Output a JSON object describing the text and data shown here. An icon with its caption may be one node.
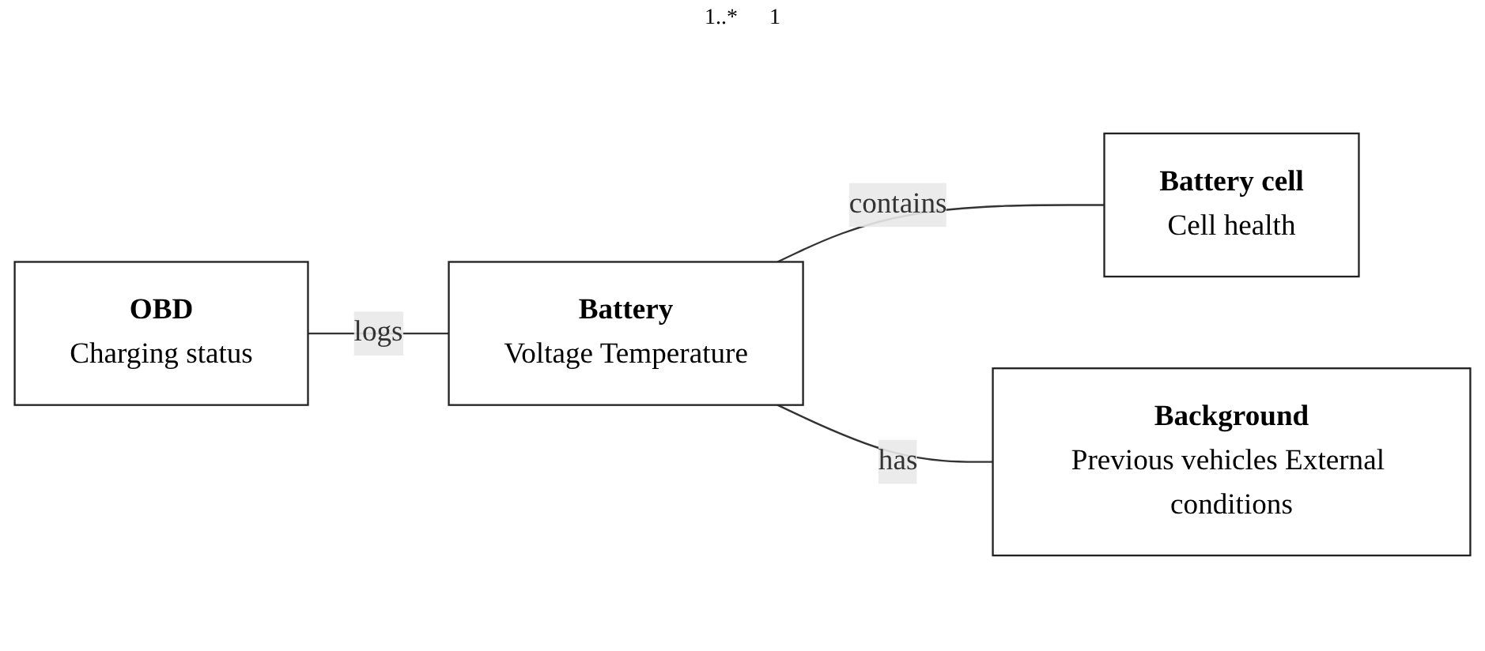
{
  "diagram": {
    "nodes": [
      {
        "text": [
          "OBD",
          "Charging status"
        ]
      },
      {
        "text": [
          "Battery",
          "Voltage Temperature"
        ]
      },
      {
        "text": [
          "Battery cell",
          "Cell health"
        ]
      },
      {
        "text": [
          "Background",
          "Previous vehicles External conditions"
        ]
      }
    ],
    "edges": [
      {
        "from": 0,
        "to": 1,
        "arrow": "none",
        "label": "logs"
      },
      {
        "from": 1,
        "to": 2,
        "arrow": "none",
        "label": "contains"
      },
      {
        "from": 1,
        "to": 3,
        "arrow": "none",
        "label": "has"
      }
    ],
    "labels": [
      "1..*",
      "1"
    ]
  }
}
